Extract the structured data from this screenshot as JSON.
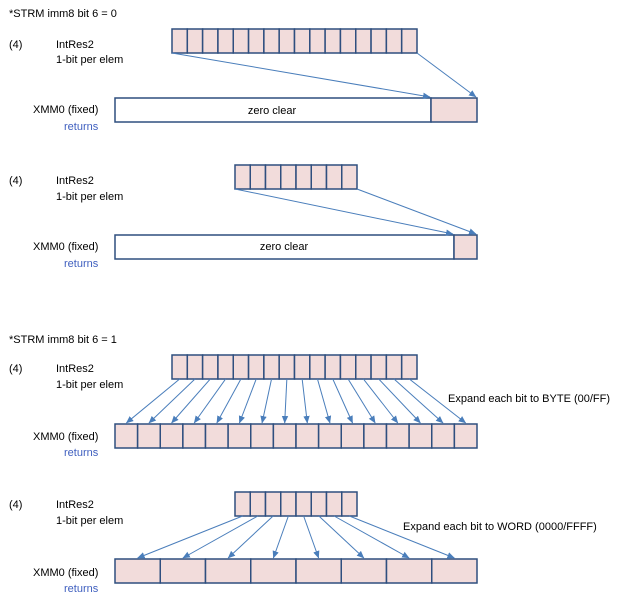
{
  "sections": [
    {
      "heading": "*STRM  imm8 bit 6 = 0",
      "blocks": [
        {
          "step": "(4)",
          "name": "IntRes2",
          "desc": "1-bit per elem",
          "bits": 16,
          "dest_label": "XMM0 (fixed)",
          "returns": "returns",
          "mode": "compress",
          "fill_text": "zero clear"
        },
        {
          "step": "(4)",
          "name": "IntRes2",
          "desc": "1-bit per elem",
          "bits": 8,
          "dest_label": "XMM0 (fixed)",
          "returns": "returns",
          "mode": "compress",
          "fill_text": "zero clear"
        }
      ]
    },
    {
      "heading": "*STRM  imm8 bit 6 = 1",
      "blocks": [
        {
          "step": "(4)",
          "name": "IntRes2",
          "desc": "1-bit per elem",
          "bits": 16,
          "dest_label": "XMM0 (fixed)",
          "returns": "returns",
          "mode": "expand",
          "expand_note": "Expand each bit to BYTE  (00/FF)"
        },
        {
          "step": "(4)",
          "name": "IntRes2",
          "desc": "1-bit per elem",
          "bits": 8,
          "dest_label": "XMM0 (fixed)",
          "returns": "returns",
          "mode": "expand",
          "expand_note": "Expand each bit to WORD (0000/FFFF)"
        }
      ]
    }
  ],
  "colors": {
    "cell_fill": "#f2dcdb",
    "cell_stroke": "#2f4f7f",
    "arrow": "#4a7ebb",
    "returns_text": "#3f5fbf"
  }
}
